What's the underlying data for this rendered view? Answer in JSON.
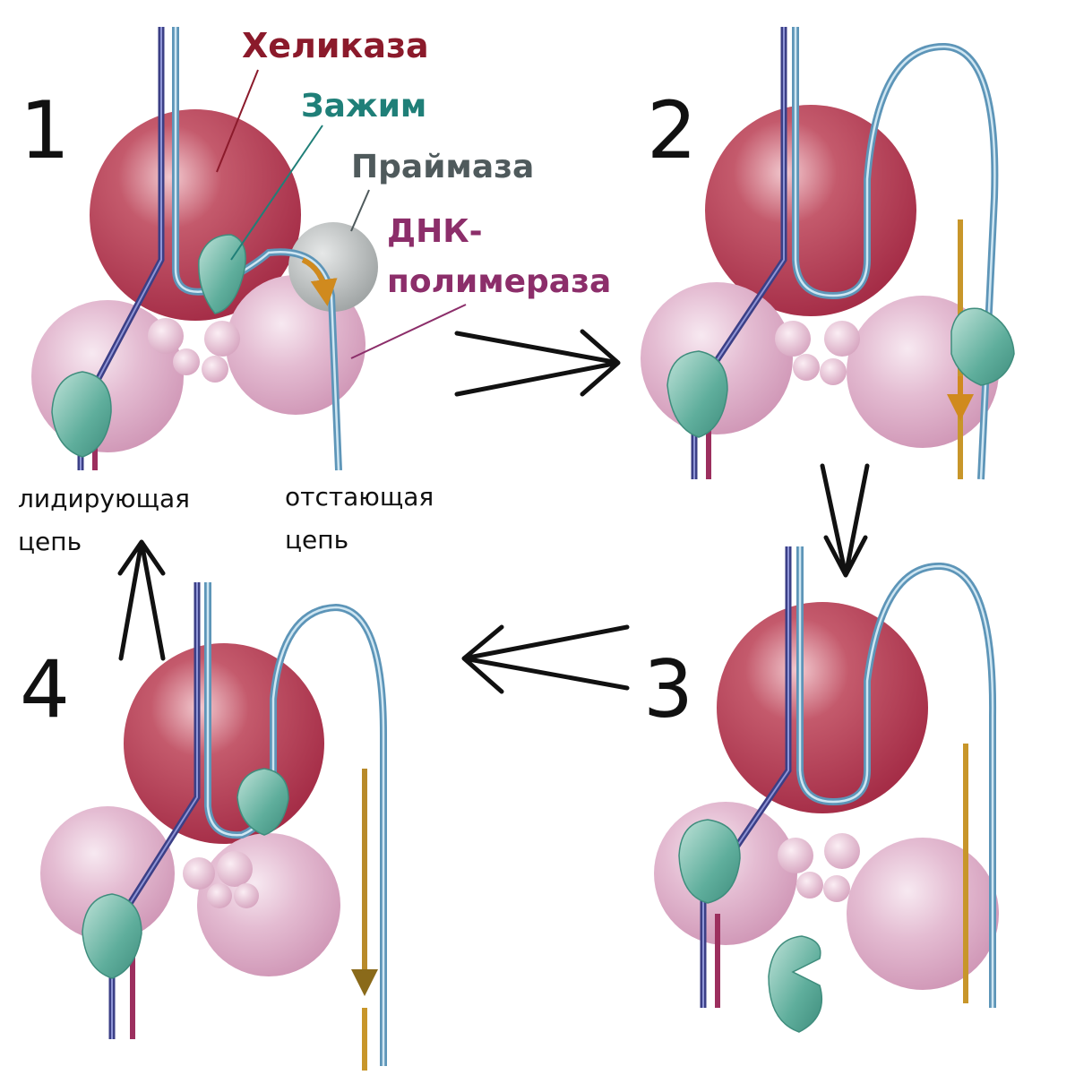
{
  "labels": {
    "helicase": "Хеликаза",
    "clamp": "Зажим",
    "primase": "Праймаза",
    "polymerase_line1": "ДНК-",
    "polymerase_line2": "полимераза",
    "leading_line1": "лидирующая",
    "leading_line2": "цепь",
    "lagging_line1": "отстающая",
    "lagging_line2": "цепь"
  },
  "steps": {
    "s1": "1",
    "s2": "2",
    "s3": "3",
    "s4": "4"
  },
  "colors": {
    "helicase_label": "#8b1a2b",
    "clamp_label": "#1f7f78",
    "primase_label": "#4f5a5c",
    "polymerase_label": "#8c2e6a",
    "helicase_sphere": "#b23a52",
    "polymerase_sphere": "#d9a8c2",
    "primase_sphere": "#a9adad",
    "clamp": "#5fae9c",
    "dna_blue": "#6aa6c9",
    "dna_dark": "#3b3f86",
    "primer": "#c8962a",
    "new_strand": "#9c2f5e"
  }
}
